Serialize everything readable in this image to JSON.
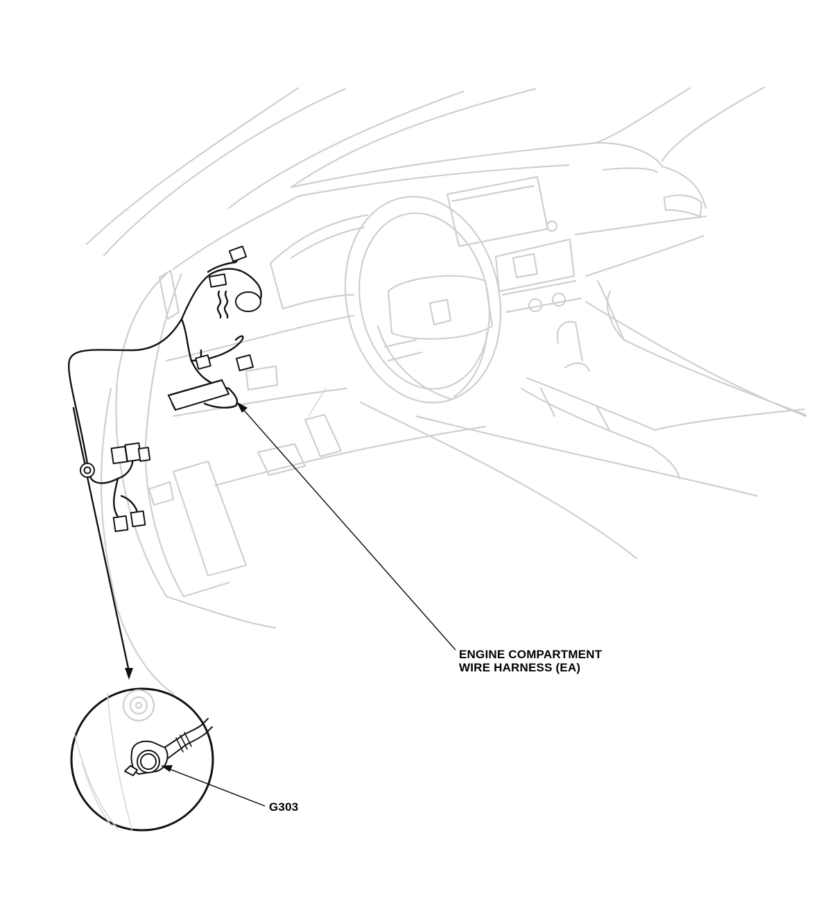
{
  "callouts": {
    "harness": {
      "line1": "ENGINE COMPARTMENT",
      "line2": "WIRE HARNESS (EA)"
    },
    "ground": {
      "label": "G303"
    }
  },
  "colors": {
    "line_art_light": "#cfcfcf",
    "line_art_dark": "#111111",
    "background": "#ffffff"
  }
}
